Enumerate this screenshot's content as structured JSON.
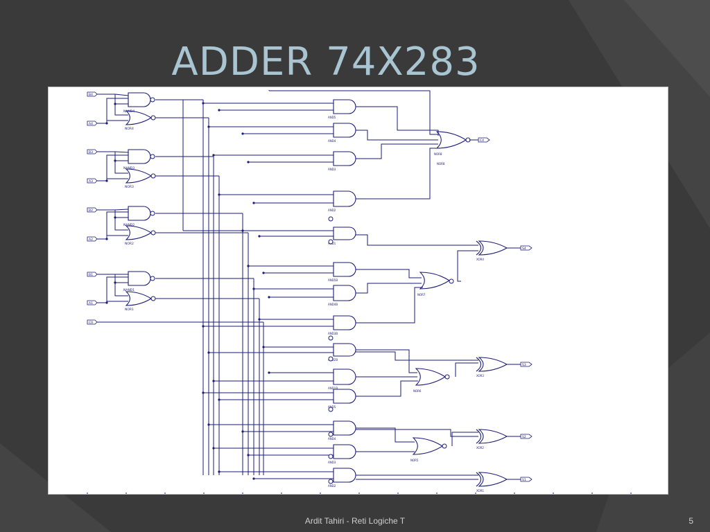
{
  "slide": {
    "title": "ADDER 74X283",
    "footer": "Ardit Tahiri - Reti Logiche T",
    "page_number": "5"
  },
  "theme": {
    "background": "#3a3a3a",
    "stripe": "#4a4a4a",
    "title_color": "#a9c5d2",
    "wire_color": "#1a1a7a",
    "panel_background": "#ffffff"
  },
  "circuit": {
    "inputs": [
      "B4",
      "A4",
      "B3",
      "A3",
      "B2",
      "A2",
      "B1",
      "A1",
      "C0"
    ],
    "outputs": [
      "C4",
      "S4",
      "S3",
      "S2",
      "S1"
    ],
    "gate_labels": {
      "nand": [
        "NAND4",
        "NAND3",
        "NAND2",
        "NAND1"
      ],
      "nor_input": [
        "NOR4",
        "NOR3",
        "NOR2",
        "NOR1"
      ],
      "and_chain": [
        "AND5",
        "AND4",
        "AND3",
        "AND2",
        "AND1",
        "AND5B",
        "AND4B",
        "AND3B",
        "AND2B",
        "AND1B"
      ],
      "nor_out": [
        "NOR8",
        "NOR7",
        "NOR6",
        "NOR5"
      ],
      "xor": [
        "XOR4",
        "XOR3",
        "XOR2",
        "XOR1"
      ]
    }
  }
}
